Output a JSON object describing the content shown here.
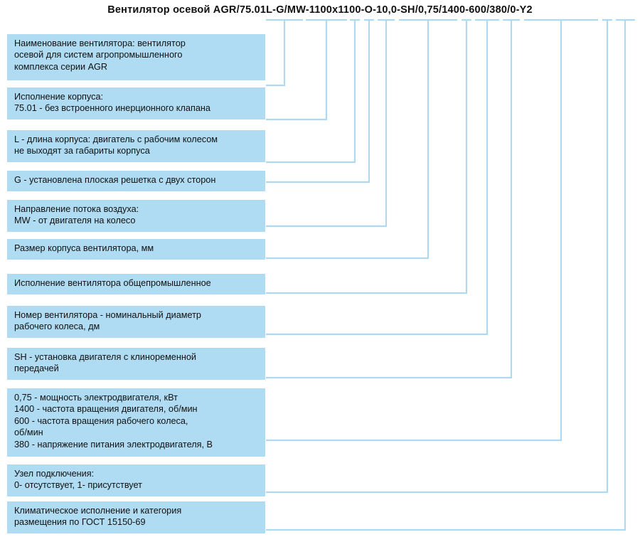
{
  "diagram": {
    "kind": "nomenclature-decoder",
    "title": "Вентилятор осевой AGR/75.01L-G/MW-1100x1100-O-10,0-SH/0,75/1400-600/380/0-Y2",
    "colors": {
      "box_fill": "#AFDCF2",
      "connector_line": "#AFD9F0",
      "text": "#111111",
      "background": "#FFFFFF"
    },
    "items": [
      {
        "id": "name",
        "code_segment": "AGR",
        "text": "Наименование вентилятора: вентилятор\nосевой для систем агропромышленного\nкомплекса серии AGR"
      },
      {
        "id": "housing-version",
        "code_segment": "75.01",
        "text": "Исполнение корпуса:\n75.01 - без встроенного инерционного клапана"
      },
      {
        "id": "housing-length",
        "code_segment": "L",
        "text": "L - длина корпуса: двигатель с рабочим колесом\nне выходят за габариты корпуса"
      },
      {
        "id": "grille",
        "code_segment": "G",
        "text": "G - установлена плоская решетка с двух сторон"
      },
      {
        "id": "air-flow-direction",
        "code_segment": "MW",
        "text": "Направление потока воздуха:\nMW - от двигателя на колесо"
      },
      {
        "id": "housing-size",
        "code_segment": "1100x1100",
        "text": "Размер корпуса вентилятора, мм"
      },
      {
        "id": "fan-execution",
        "code_segment": "O",
        "text": "Исполнение вентилятора общепромышленное"
      },
      {
        "id": "fan-number",
        "code_segment": "10,0",
        "text": "Номер вентилятора - номинальный диаметр\nрабочего колеса, дм"
      },
      {
        "id": "motor-mounting",
        "code_segment": "SH",
        "text": "SH - установка двигателя с клиноременной\nпередачей"
      },
      {
        "id": "motor-parameters",
        "code_segment": "0,75/1400-600/380",
        "text": "0,75 - мощность электродвигателя, кВт\n1400 - частота вращения двигателя, об/мин\n600 - частота вращения рабочего колеса,\nоб/мин\n380 - напряжение питания электродвигателя, В"
      },
      {
        "id": "connection-unit",
        "code_segment": "0",
        "text": "Узел подключения:\n0- отсутствует, 1- присутствует"
      },
      {
        "id": "climatic-version",
        "code_segment": "Y2",
        "text": "Климатическое исполнение и категория\nразмещения по ГОСТ 15150-69"
      }
    ]
  }
}
